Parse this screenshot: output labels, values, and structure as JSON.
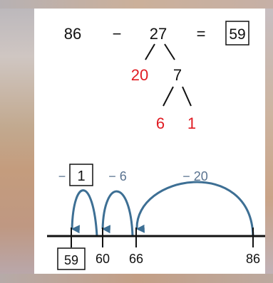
{
  "equation": {
    "minuend": "86",
    "minus_sign": "−",
    "subtrahend": "27",
    "equals_sign": "=",
    "answer": "59"
  },
  "decomposition": {
    "tens_part": "20",
    "ones_part": "7",
    "ones_split_a": "6",
    "ones_split_b": "1"
  },
  "number_line": {
    "jump_small_sign": "−",
    "jump_small_value": "1",
    "jump_mid_label": "− 6",
    "jump_large_label": "− 20",
    "tick_59": "59",
    "tick_60": "60",
    "tick_66": "66",
    "tick_86": "86"
  },
  "colors": {
    "decomposition_red": "#e01b22",
    "arc_blue": "#3d6f94",
    "label_slate": "#5a7390",
    "text_black": "#111111"
  }
}
